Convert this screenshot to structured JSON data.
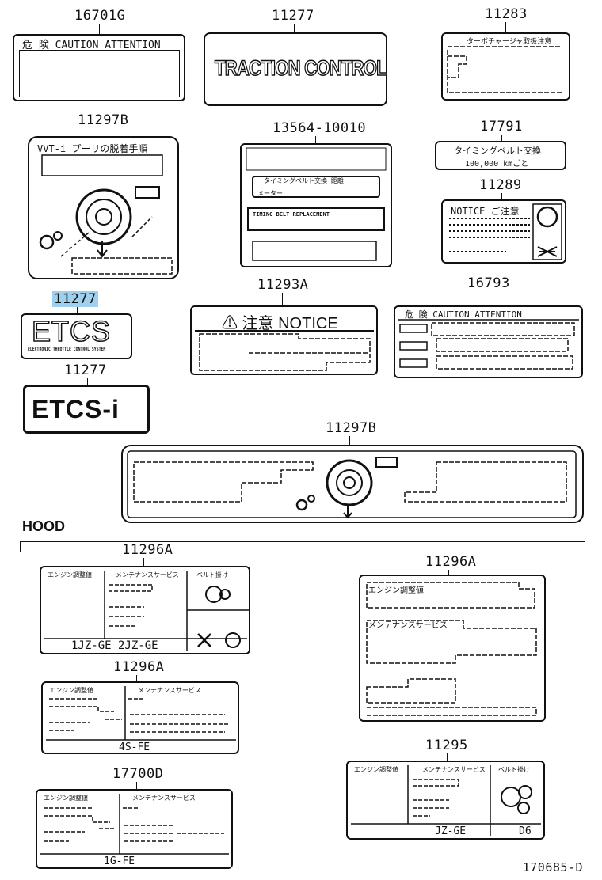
{
  "callouts": {
    "p16701g": "16701G",
    "p11277_traction": "11277",
    "p11283": "11283",
    "p11297b_small": "11297B",
    "p13564": "13564-10010",
    "p17791": "17791",
    "p11289": "11289",
    "p11277_etcs": "11277",
    "p11293a": "11293A",
    "p16793": "16793",
    "p11277_etcsi": "11277",
    "p11297b_wide": "11297B",
    "p11296a_left1": "11296A",
    "p11296a_right": "11296A",
    "p11296a_left2": "11296A",
    "p11295": "11295",
    "p17700d": "17700D"
  },
  "labels": {
    "caution_16701g": "危 険  CAUTION  ATTENTION",
    "traction": "TRACTION CONTROL",
    "turbo_11283": "ターボチャージャ取扱注意",
    "vvt": "VVT-i プーリの脱着手順",
    "belt_13564_a": "タイミングベルト交換  距離",
    "belt_13564_b": "メーター",
    "belt_13564_c": "TIMING BELT REPLACEMENT",
    "timing_17791_a": "タイミングベルト交換",
    "timing_17791_b": "100,000 kmごと",
    "notice_11289": "NOTICE  ご注意",
    "etcs": "ETCS",
    "etcs_sub": "ELECTRONIC THROTTLE CONTROL SYSTEM",
    "notice_11293a": "⚠ 注意  NOTICE",
    "caution_16793": "危  険  CAUTION  ATTENTION",
    "etcsi": "ETCS-i",
    "engine_1jz_a": "エンジン調整値",
    "engine_1jz_b": "メンテナンスサービス",
    "engine_1jz_c": "ベルト掛け",
    "engine_1jz_foot": "1JZ-GE  2JZ-GE",
    "engine_right_a": "エンジン調整値",
    "engine_right_b": "メンテナンスサービス",
    "engine_4s_a": "エンジン調整値",
    "engine_4s_b": "メンテナンスサービス",
    "engine_4s_foot": "4S-FE",
    "engine_1g_a": "エンジン調整値",
    "engine_1g_b": "メンテナンスサービス",
    "engine_1g_foot": "1G-FE",
    "engine_jz_a": "エンジン調整値",
    "engine_jz_b": "メンテナンスサービス",
    "engine_jz_c": "ベルト掛け",
    "engine_jz_foot": "JZ-GE",
    "engine_jz_foot2": "D6"
  },
  "section": "HOOD",
  "diagram_id": "170685-D"
}
